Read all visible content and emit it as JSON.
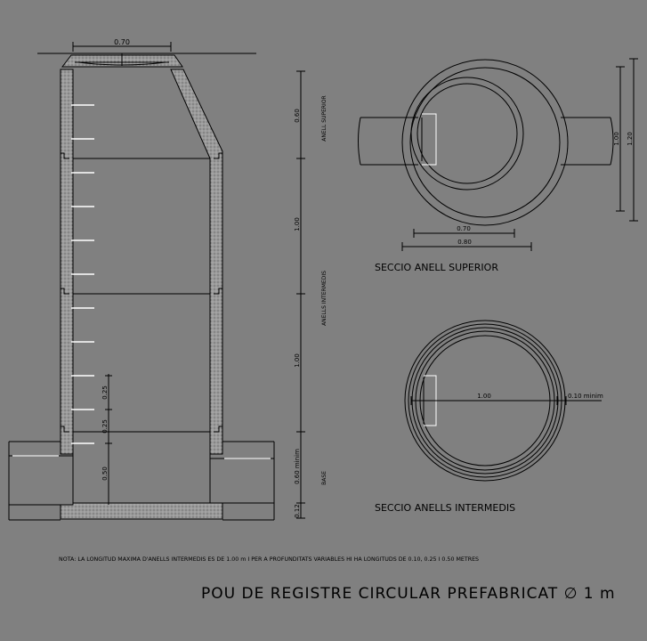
{
  "title": "POU DE REGISTRE CIRCULAR PREFABRICAT ∅ 1 m",
  "note": "NOTA: LA LONGITUD MAXIMA D'ANELLS INTERMEDIS ES DE 1.00 m I PER A PROFUNDITATS VARIABLES HI HA LONGITUDS DE 0.10, 0.25 I 0.50 METRES",
  "section": {
    "top_width": "0.70",
    "dims": [
      "0.60",
      "1.00",
      "1.00",
      "0.60 minim",
      "0.12"
    ],
    "labels": [
      "ANELL SUPERIOR",
      "ANELLS INTERMEDIS",
      "BASE"
    ],
    "step_dims": [
      "0.25",
      "0.25",
      "0.50"
    ]
  },
  "plan_top": {
    "caption": "SECCIO ANELL SUPERIOR",
    "dims": [
      "0.70",
      "0.80"
    ],
    "vdims": [
      "1.00",
      "1.20"
    ]
  },
  "plan_mid": {
    "caption": "SECCIO ANELLS INTERMEDIS",
    "dims": [
      "1.00",
      "0.10 minim"
    ]
  },
  "colors": {
    "background": "#808080",
    "line": "#000000",
    "hatch": "#a0a0a0",
    "white": "#ffffff"
  }
}
